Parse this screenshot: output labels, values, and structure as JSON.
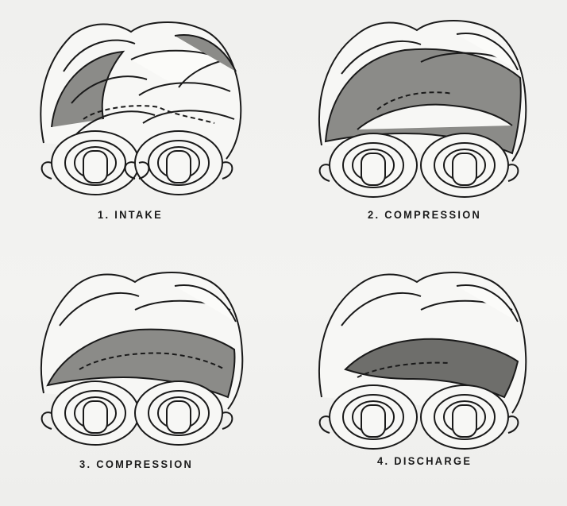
{
  "stages": [
    {
      "caption": "1. INTAKE",
      "shaded_lobe": "intake"
    },
    {
      "caption": "2. COMPRESSION",
      "shaded_lobe": "compression-early"
    },
    {
      "caption": "3. COMPRESSION",
      "shaded_lobe": "compression-late"
    },
    {
      "caption": "4. DISCHARGE",
      "shaded_lobe": "discharge"
    }
  ],
  "colors": {
    "ink": "#1a1a1a",
    "shade": "#7a7a78",
    "paper": "#f2f2f0"
  }
}
